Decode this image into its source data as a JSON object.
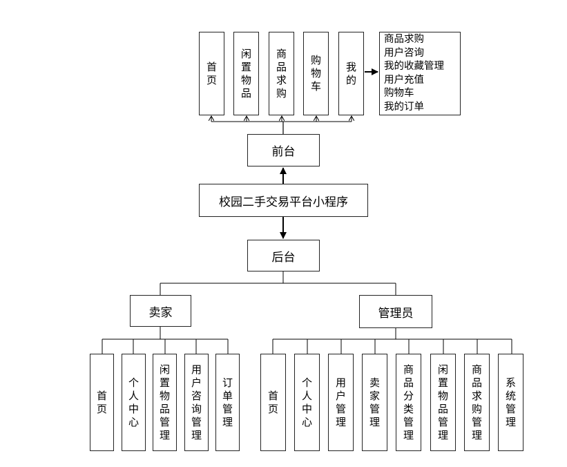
{
  "root": {
    "label": "校园二手交易平台小程序"
  },
  "frontend": {
    "label": "前台",
    "items": [
      "首页",
      "闲置物品",
      "商品求购",
      "购物车",
      "我的"
    ],
    "my_submenu": [
      "商品求购",
      "用户咨询",
      "我的收藏管理",
      "用户充值",
      "购物车",
      "我的订单"
    ]
  },
  "backend": {
    "label": "后台",
    "seller": {
      "label": "卖家",
      "items": [
        "首页",
        "个人中心",
        "闲置物品管理",
        "用户咨询管理",
        "订单管理"
      ]
    },
    "admin": {
      "label": "管理员",
      "items": [
        "首页",
        "个人中心",
        "用户管理",
        "卖家管理",
        "商品分类管理",
        "闲置物品管理",
        "商品求购管理",
        "系统管理"
      ]
    }
  }
}
